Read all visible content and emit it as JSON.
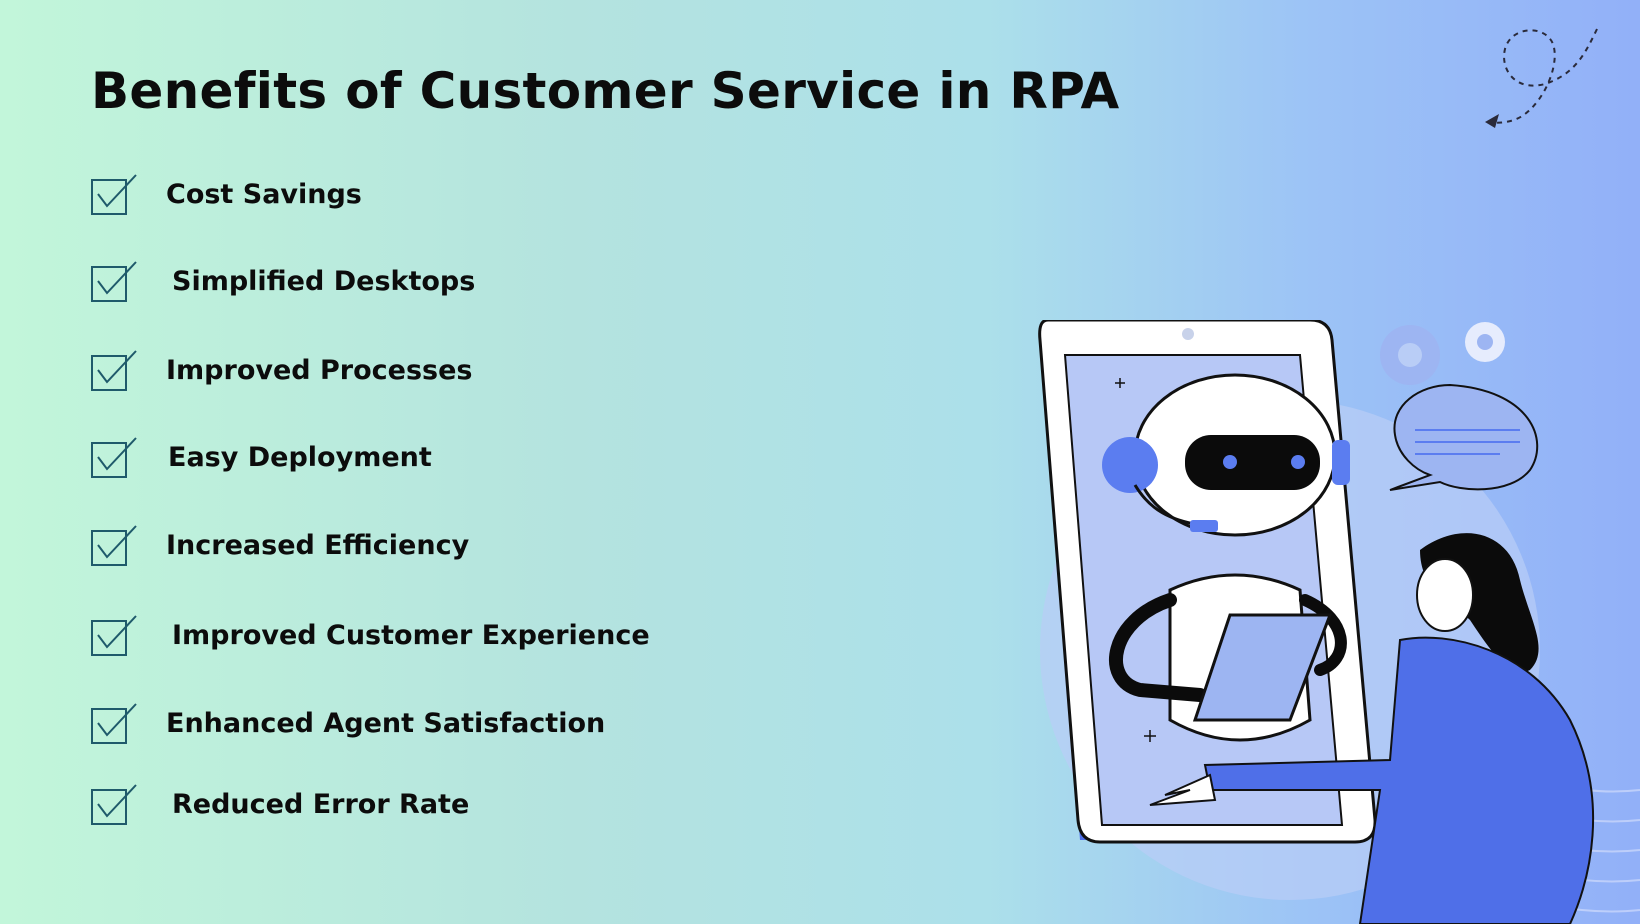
{
  "slide": {
    "title": "Benefits of Customer Service in RPA"
  },
  "benefits": [
    {
      "label": "Cost Savings",
      "icon": "checkbox-check-icon"
    },
    {
      "label": "Simplified Desktops",
      "icon": "checkbox-check-icon"
    },
    {
      "label": "Improved Processes",
      "icon": "checkbox-check-icon"
    },
    {
      "label": "Easy Deployment",
      "icon": "checkbox-check-icon"
    },
    {
      "label": "Increased Efficiency",
      "icon": "checkbox-check-icon"
    },
    {
      "label": "Improved Customer Experience",
      "icon": "checkbox-check-icon"
    },
    {
      "label": "Enhanced Agent Satisfaction",
      "icon": "checkbox-check-icon"
    },
    {
      "label": "Reduced Error Rate",
      "icon": "checkbox-check-icon"
    }
  ],
  "colors": {
    "background_left": "#c2f6da",
    "background_right": "#92b0f8",
    "text": "#0c0c0c",
    "checkbox_stroke": "#1f5a6b",
    "accent_blue": "#5b7df0"
  }
}
